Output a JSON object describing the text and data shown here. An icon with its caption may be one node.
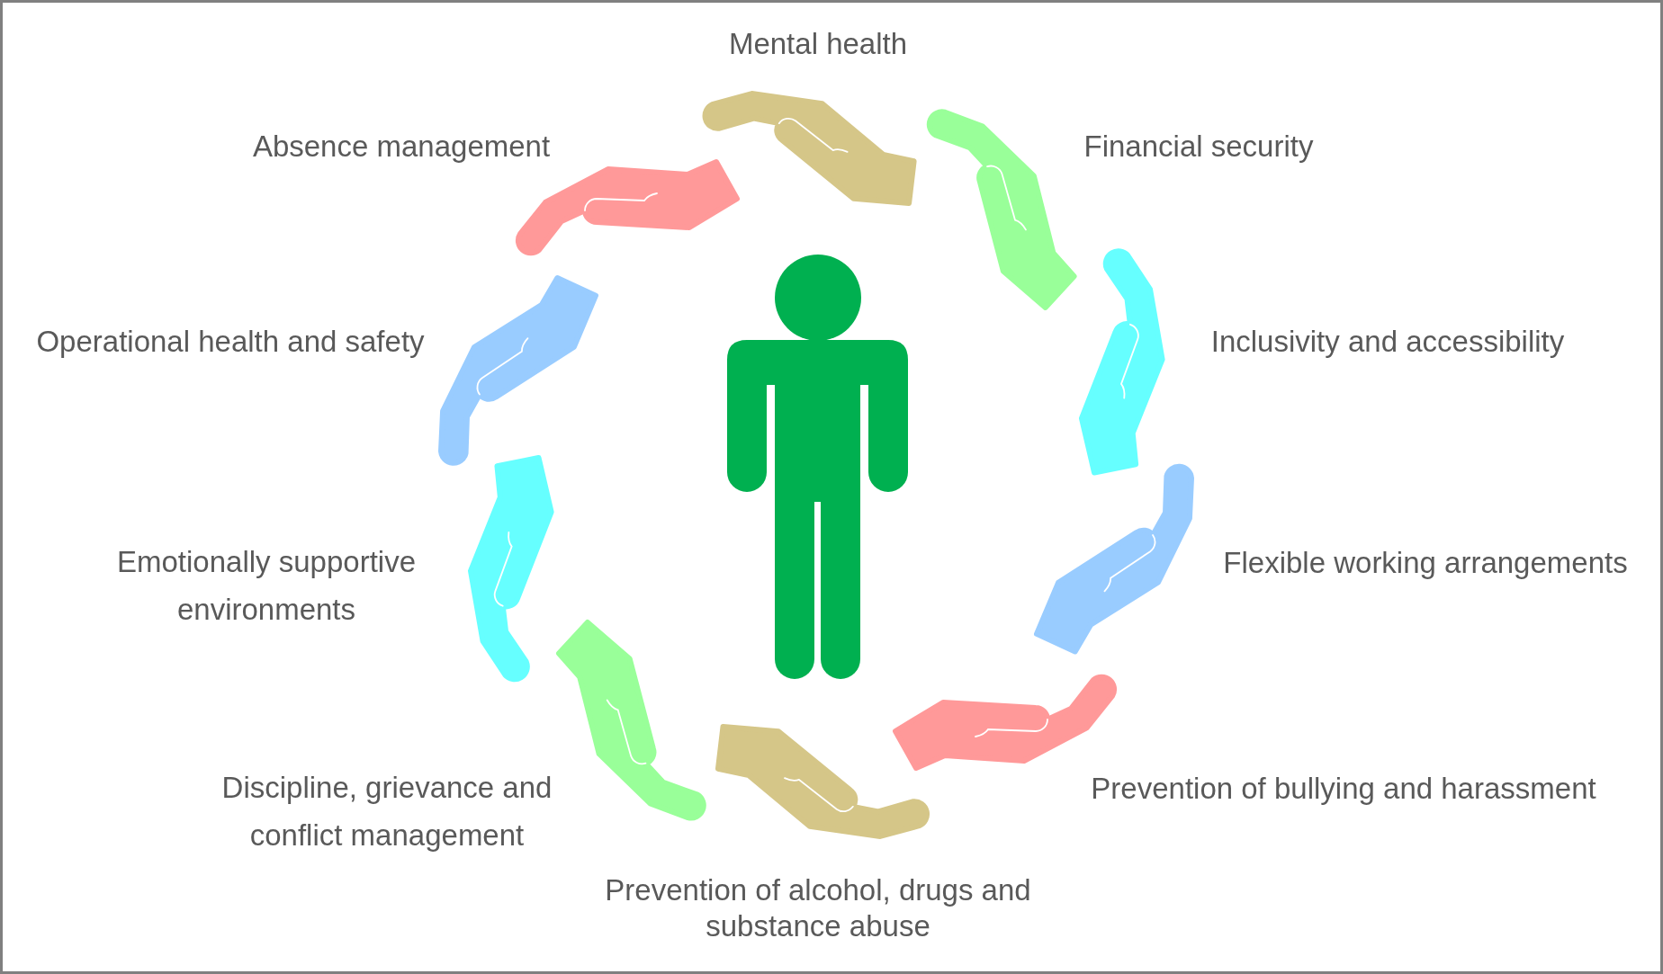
{
  "diagram": {
    "nodes": [
      {
        "text": [],
        "shape": "person"
      },
      {
        "text": [],
        "shape": "hand",
        "beside": [
          "Mental health"
        ]
      },
      {
        "text": [],
        "shape": "hand",
        "beside": [
          "Financial security"
        ]
      },
      {
        "text": [],
        "shape": "hand",
        "beside": [
          "Inclusivity and accessibility"
        ]
      },
      {
        "text": [],
        "shape": "hand",
        "beside": [
          "Flexible working arrangements"
        ]
      },
      {
        "text": [],
        "shape": "hand",
        "beside": [
          "Prevention of bullying and harassment"
        ]
      },
      {
        "text": [],
        "shape": "hand",
        "beside": [
          "Prevention of alcohol, drugs and substance abuse"
        ]
      },
      {
        "text": [],
        "shape": "hand",
        "beside": [
          "Discipline, grievance and conflict management"
        ]
      },
      {
        "text": [],
        "shape": "hand",
        "beside": [
          "Emotionally supportive environments"
        ]
      },
      {
        "text": [],
        "shape": "hand",
        "beside": [
          "Operational health and safety"
        ]
      },
      {
        "text": [],
        "shape": "hand",
        "beside": [
          "Absence management"
        ]
      }
    ]
  }
}
